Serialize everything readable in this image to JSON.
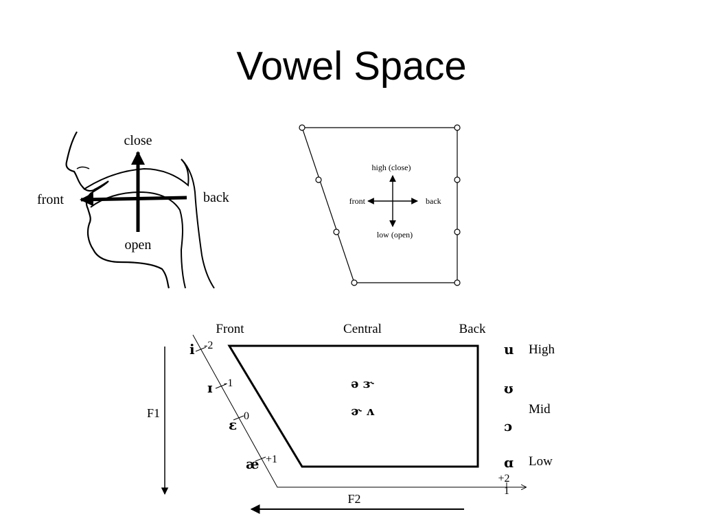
{
  "slide": {
    "title": "Vowel Space"
  },
  "mouth_diagram": {
    "close": "close",
    "open": "open",
    "front": "front",
    "back": "back"
  },
  "trapezoid_diagram": {
    "high": "high (close)",
    "low": "low (open)",
    "front": "front",
    "back": "back"
  },
  "formant_chart": {
    "columns": {
      "front": "Front",
      "central": "Central",
      "back": "Back"
    },
    "rows": {
      "high": "High",
      "mid": "Mid",
      "low": "Low"
    },
    "axes": {
      "f1": "F1",
      "f2": "F2"
    },
    "front_vowels": [
      "i",
      "ɪ",
      "ɛ",
      "æ"
    ],
    "front_ticks": [
      "-2",
      "-1",
      "0",
      "+1"
    ],
    "back_vowels": [
      "u",
      "ʊ",
      "ɔ",
      "ɑ"
    ],
    "central_vowels": {
      "upper": "ə ɝ",
      "lower": "ɚ ʌ"
    },
    "f2_ticks": {
      "plus2": "+2",
      "one": "1"
    }
  }
}
